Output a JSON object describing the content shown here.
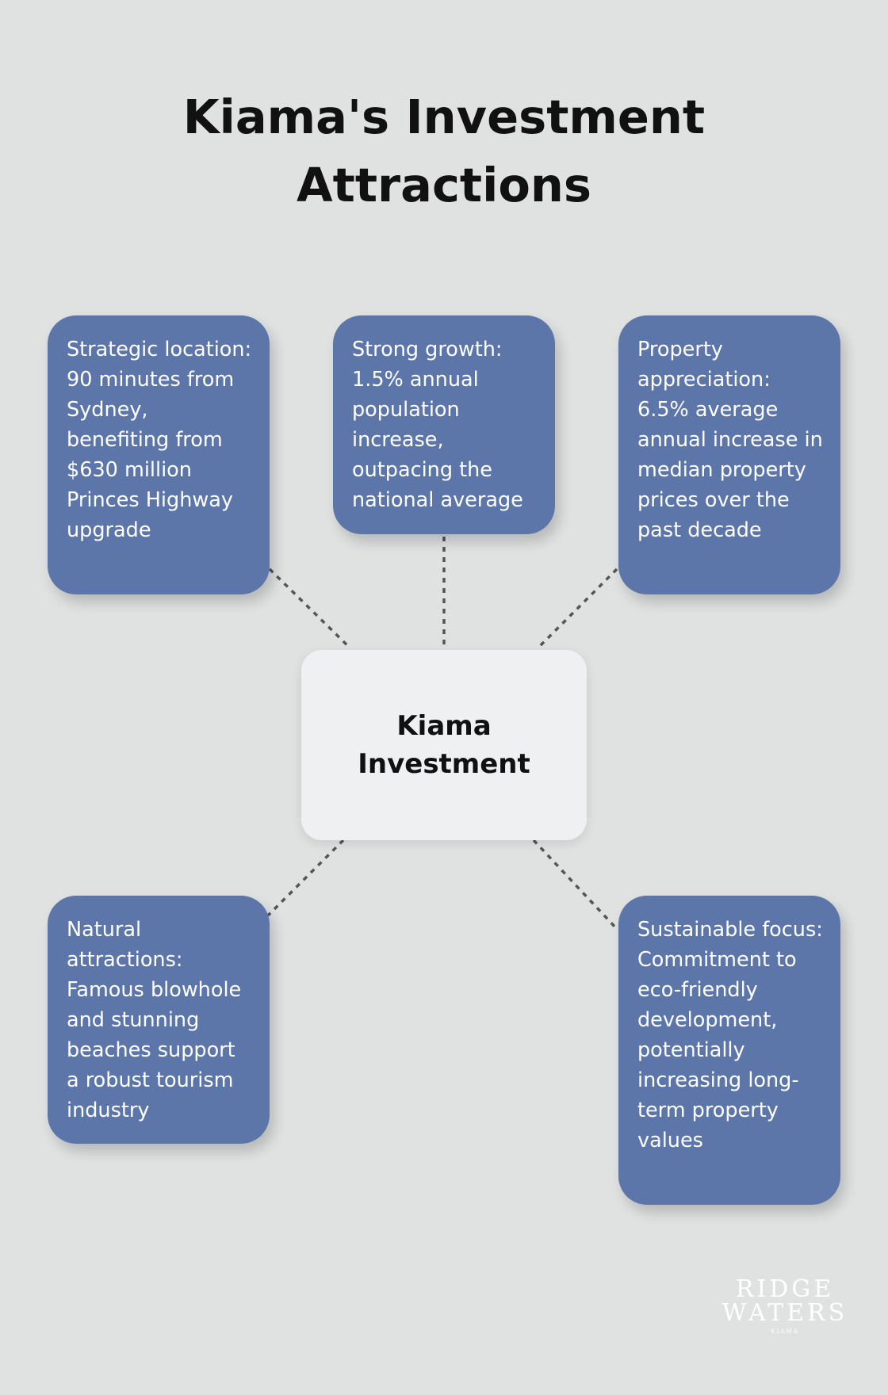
{
  "title": "Kiama's Investment Attractions",
  "center": {
    "label": "Kiama Investment"
  },
  "nodes": [
    {
      "text": "Strategic location: 90 minutes from Sydney, benefiting from $630 million Princes Highway upgrade"
    },
    {
      "text": "Strong growth: 1.5% annual population increase, outpacing the national average"
    },
    {
      "text": "Property appreciation: 6.5% average annual increase in median property prices over the past decade"
    },
    {
      "text": "Natural attractions: Famous blowhole and stunning beaches support a robust tourism industry"
    },
    {
      "text": "Sustainable focus: Commitment to eco-friendly development, potentially increasing long-term property values"
    }
  ],
  "logo": {
    "line1": "RIDGE",
    "line2": "WATERS",
    "line3": "KIAMA"
  },
  "colors": {
    "background": "#e0e2e2",
    "card": "#5d76a9",
    "center_box": "#eef0f2",
    "connector": "#555555",
    "title_text": "#111111"
  }
}
